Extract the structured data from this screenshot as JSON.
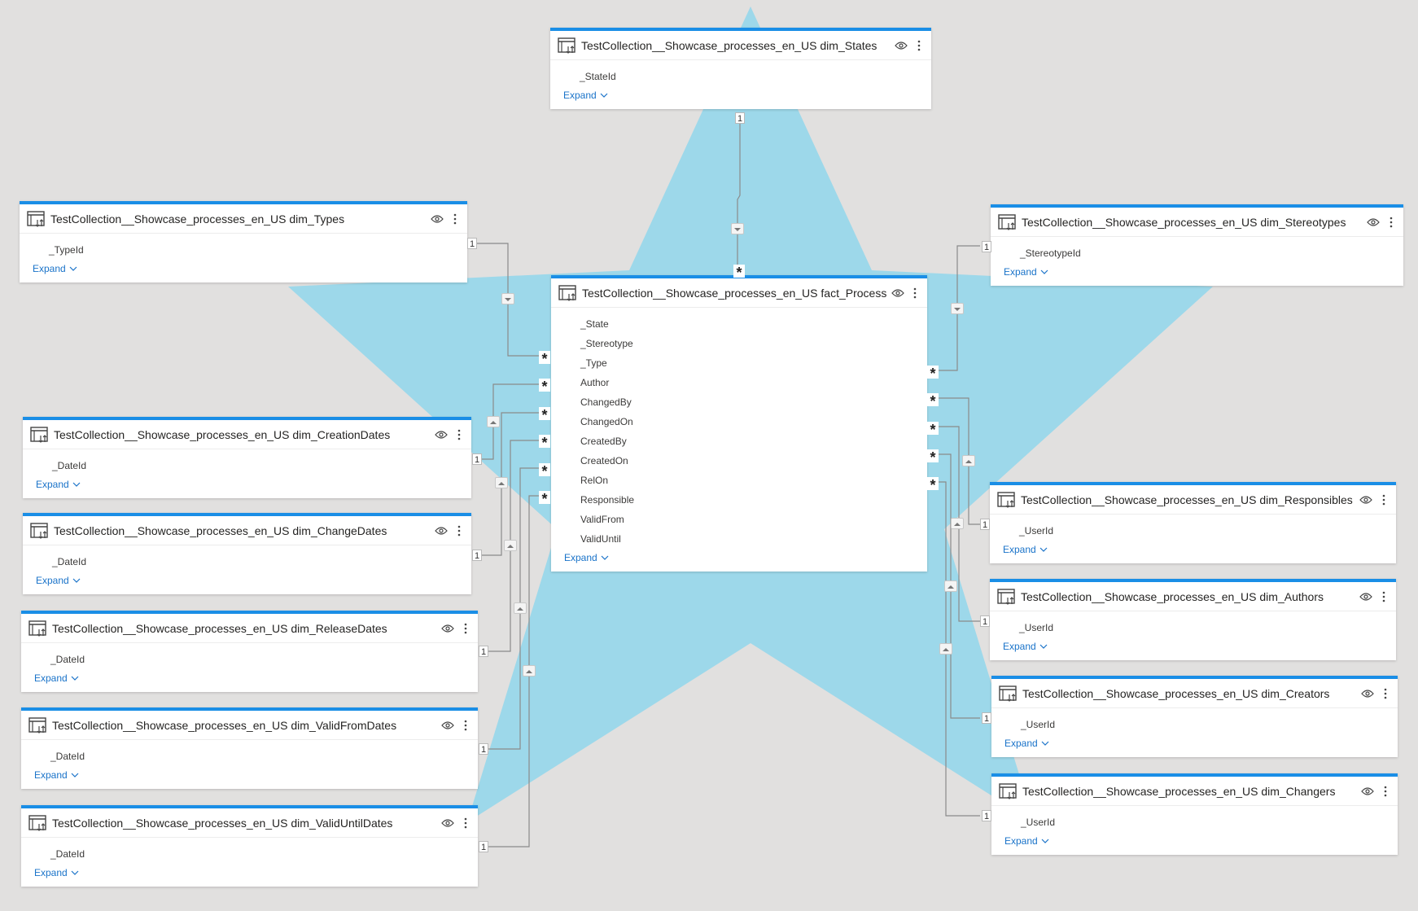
{
  "tables": {
    "states": {
      "title": "TestCollection__Showcase_processes_en_US dim_States",
      "fields": [
        "_StateId"
      ],
      "expand": "Expand"
    },
    "types": {
      "title": "TestCollection__Showcase_processes_en_US dim_Types",
      "fields": [
        "_TypeId"
      ],
      "expand": "Expand"
    },
    "stereotypes": {
      "title": "TestCollection__Showcase_processes_en_US dim_Stereotypes",
      "fields": [
        "_StereotypeId"
      ],
      "expand": "Expand"
    },
    "fact": {
      "title": "TestCollection__Showcase_processes_en_US fact_Processes",
      "fields": [
        "_State",
        "_Stereotype",
        "_Type",
        "Author",
        "ChangedBy",
        "ChangedOn",
        "CreatedBy",
        "CreatedOn",
        "RelOn",
        "Responsible",
        "ValidFrom",
        "ValidUntil"
      ],
      "expand": "Expand"
    },
    "creationDates": {
      "title": "TestCollection__Showcase_processes_en_US dim_CreationDates",
      "fields": [
        "_DateId"
      ],
      "expand": "Expand"
    },
    "changeDates": {
      "title": "TestCollection__Showcase_processes_en_US dim_ChangeDates",
      "fields": [
        "_DateId"
      ],
      "expand": "Expand"
    },
    "releaseDates": {
      "title": "TestCollection__Showcase_processes_en_US dim_ReleaseDates",
      "fields": [
        "_DateId"
      ],
      "expand": "Expand"
    },
    "validFromDates": {
      "title": "TestCollection__Showcase_processes_en_US dim_ValidFromDates",
      "fields": [
        "_DateId"
      ],
      "expand": "Expand"
    },
    "validUntilDates": {
      "title": "TestCollection__Showcase_processes_en_US dim_ValidUntilDates",
      "fields": [
        "_DateId"
      ],
      "expand": "Expand"
    },
    "responsibles": {
      "title": "TestCollection__Showcase_processes_en_US dim_Responsibles",
      "fields": [
        "_UserId"
      ],
      "expand": "Expand"
    },
    "authors": {
      "title": "TestCollection__Showcase_processes_en_US dim_Authors",
      "fields": [
        "_UserId"
      ],
      "expand": "Expand"
    },
    "creators": {
      "title": "TestCollection__Showcase_processes_en_US dim_Creators",
      "fields": [
        "_UserId"
      ],
      "expand": "Expand"
    },
    "changers": {
      "title": "TestCollection__Showcase_processes_en_US dim_Changers",
      "fields": [
        "_UserId"
      ],
      "expand": "Expand"
    }
  },
  "cardinality": {
    "one": "1",
    "many": "*"
  },
  "icons": {
    "table": "table-icon",
    "visibility": "eye-icon",
    "more": "more-options-icon",
    "expand": "chevron-down-icon",
    "filter_down": "filter-direction-down-icon",
    "filter_up": "filter-direction-up-icon"
  },
  "colors": {
    "accent": "#1a8ee6",
    "star": "#9dd8ea",
    "background": "#e1e0df",
    "link": "#1a73c9"
  }
}
